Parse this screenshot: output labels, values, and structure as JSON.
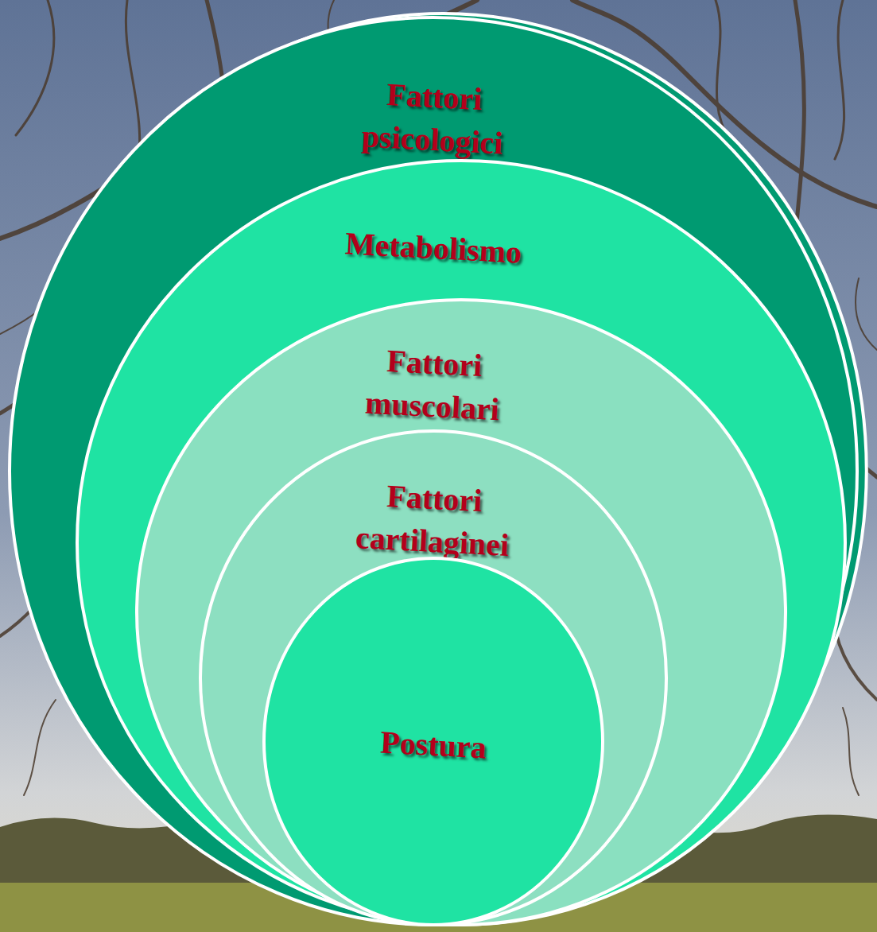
{
  "diagram": {
    "nodes": [
      {
        "text": [
          "Fattori psicologici"
        ]
      },
      {
        "text": [
          "Metabolismo"
        ],
        "in": 0
      },
      {
        "text": [
          "Fattori muscolari"
        ],
        "in": 1
      },
      {
        "text": [
          "Fattori cartilaginei"
        ],
        "in": 2
      },
      {
        "text": [
          "Postura"
        ],
        "in": 3
      }
    ]
  }
}
